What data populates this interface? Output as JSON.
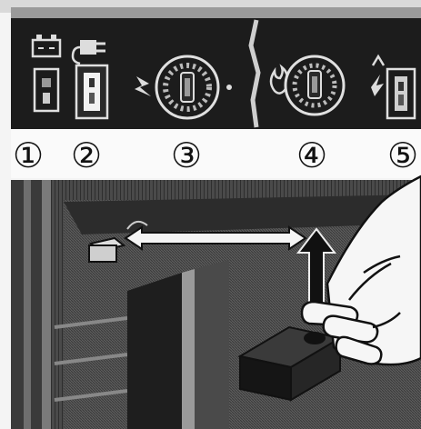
{
  "figure": {
    "callouts": [
      {
        "num": "①"
      },
      {
        "num": "②"
      },
      {
        "num": "③"
      },
      {
        "num": "④"
      },
      {
        "num": "⑤"
      }
    ]
  }
}
